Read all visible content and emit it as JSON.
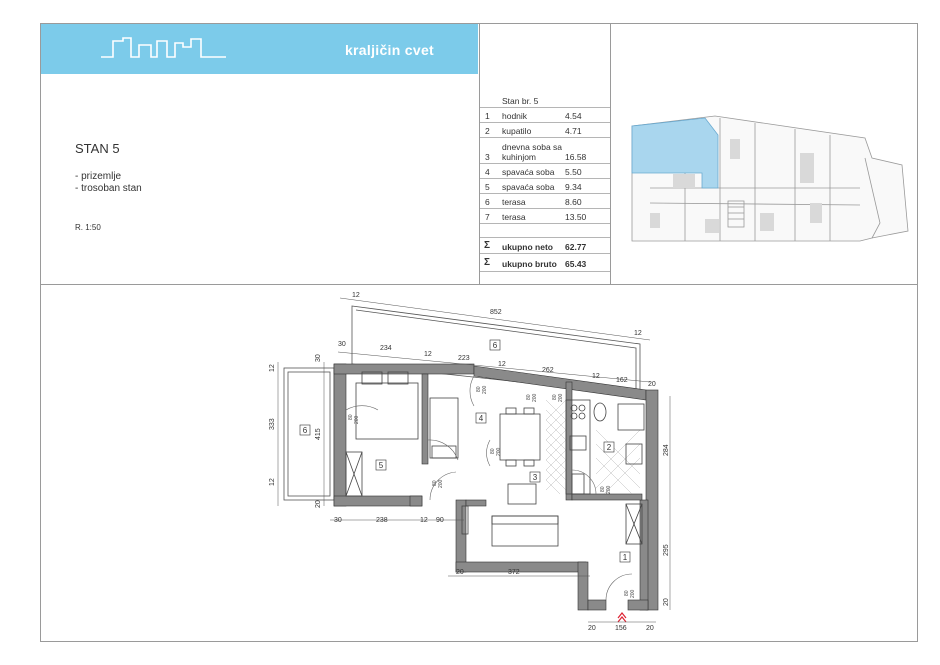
{
  "brand": {
    "name": "kraljičin cvet"
  },
  "apartment": {
    "title": "STAN 5",
    "details": [
      "- prizemlje",
      "- trosoban stan"
    ],
    "scale": "R. 1:50"
  },
  "area_table": {
    "header": "Stan br. 5",
    "rows": [
      {
        "num": "1",
        "name": "hodnik",
        "value": "4.54"
      },
      {
        "num": "2",
        "name": "kupatilo",
        "value": "4.71"
      },
      {
        "num": "3",
        "name_line1": "dnevna soba sa",
        "name": "kuhinjom",
        "value": "16.58"
      },
      {
        "num": "4",
        "name": "spavaća soba",
        "value": "5.50"
      },
      {
        "num": "5",
        "name": "spavaća soba",
        "value": "9.34"
      },
      {
        "num": "6",
        "name": "terasa",
        "value": "8.60"
      },
      {
        "num": "7",
        "name": "terasa",
        "value": "13.50"
      }
    ],
    "totals": [
      {
        "symbol": "Σ",
        "label": "ukupno neto",
        "value": "62.77"
      },
      {
        "symbol": "Σ",
        "label": "ukupno bruto",
        "value": "65.43"
      }
    ]
  },
  "plan": {
    "room_tags": [
      "1",
      "2",
      "3",
      "4",
      "5",
      "6",
      "6"
    ],
    "dimensions": {
      "top_12a": "12",
      "top_852": "852",
      "top_12b": "12",
      "t30": "30",
      "t234": "234",
      "t12c": "12",
      "t223": "223",
      "t12d": "12",
      "t262": "262",
      "t12e": "12",
      "t162": "162",
      "t20a": "20",
      "l12a": "12",
      "l30": "30",
      "l333": "333",
      "l415": "415",
      "l12b": "12",
      "l20": "20",
      "b30": "30",
      "b238": "238",
      "b12": "12",
      "b90": "90",
      "b20a": "20",
      "b372": "372",
      "r284": "284",
      "r295": "295",
      "r20": "20",
      "bot20a": "20",
      "bot156": "156",
      "bot20b": "20"
    },
    "door_labels": [
      "80",
      "200",
      "80",
      "200",
      "80",
      "200",
      "80",
      "200",
      "80",
      "200",
      "80",
      "200",
      "80",
      "200",
      "80",
      "200"
    ]
  },
  "colors": {
    "banner": "#7ccbea",
    "highlight": "#a9d6ee",
    "wall": "#8a8a8a",
    "line": "#555555"
  }
}
